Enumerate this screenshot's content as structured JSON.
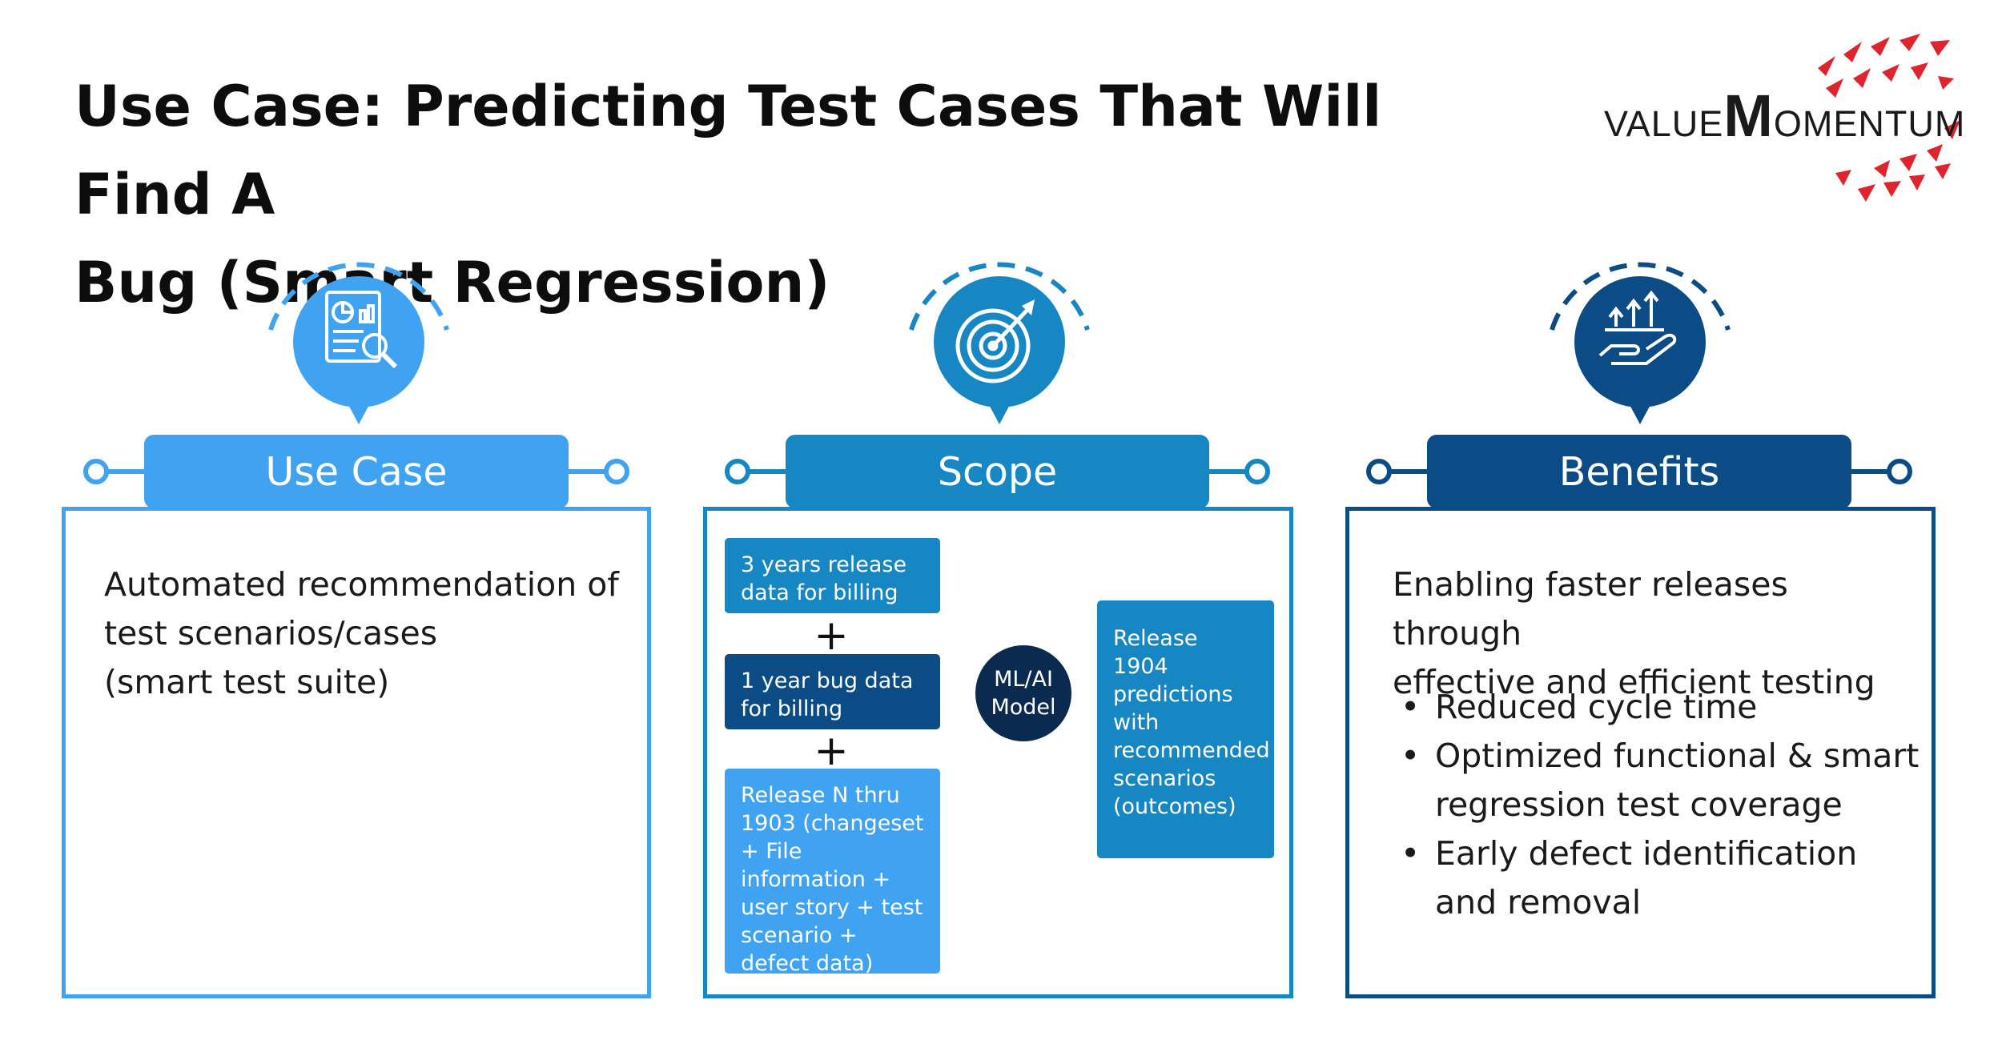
{
  "title": {
    "line1": "Use Case: Predicting Test Cases That Will Find A",
    "line2": "Bug (Smart Regression)"
  },
  "logo": {
    "prefix": "VALUE",
    "big_letter": "M",
    "suffix": "OMENTUM"
  },
  "colors": {
    "use_case": "#3fa3f2",
    "scope": "#1787c4",
    "benefits": "#0b4c86",
    "dark_navy": "#0b2a4f",
    "logo_red": "#e0242e"
  },
  "sections": {
    "use_case": {
      "heading": "Use Case",
      "icon": "report-magnifier-icon",
      "lines": [
        "Automated recommendation of",
        "test scenarios/cases",
        "(smart test suite)"
      ]
    },
    "scope": {
      "heading": "Scope",
      "icon": "target-arrow-icon",
      "inputs": [
        "3 years release data for billing",
        "1 year bug data for billing",
        "Release N thru 1903 (changeset + File information + user story + test scenario +  defect data)"
      ],
      "plus": "+",
      "model": "ML/AI Model",
      "output": "Release 1904 predictions with recommended scenarios (outcomes)"
    },
    "benefits": {
      "heading": "Benefits",
      "icon": "hand-growth-arrows-icon",
      "intro": [
        "Enabling faster releases through",
        "effective and efficient testing"
      ],
      "bullets": [
        "Reduced cycle time",
        "Optimized functional & smart regression test coverage",
        "Early defect identification and removal"
      ]
    }
  }
}
